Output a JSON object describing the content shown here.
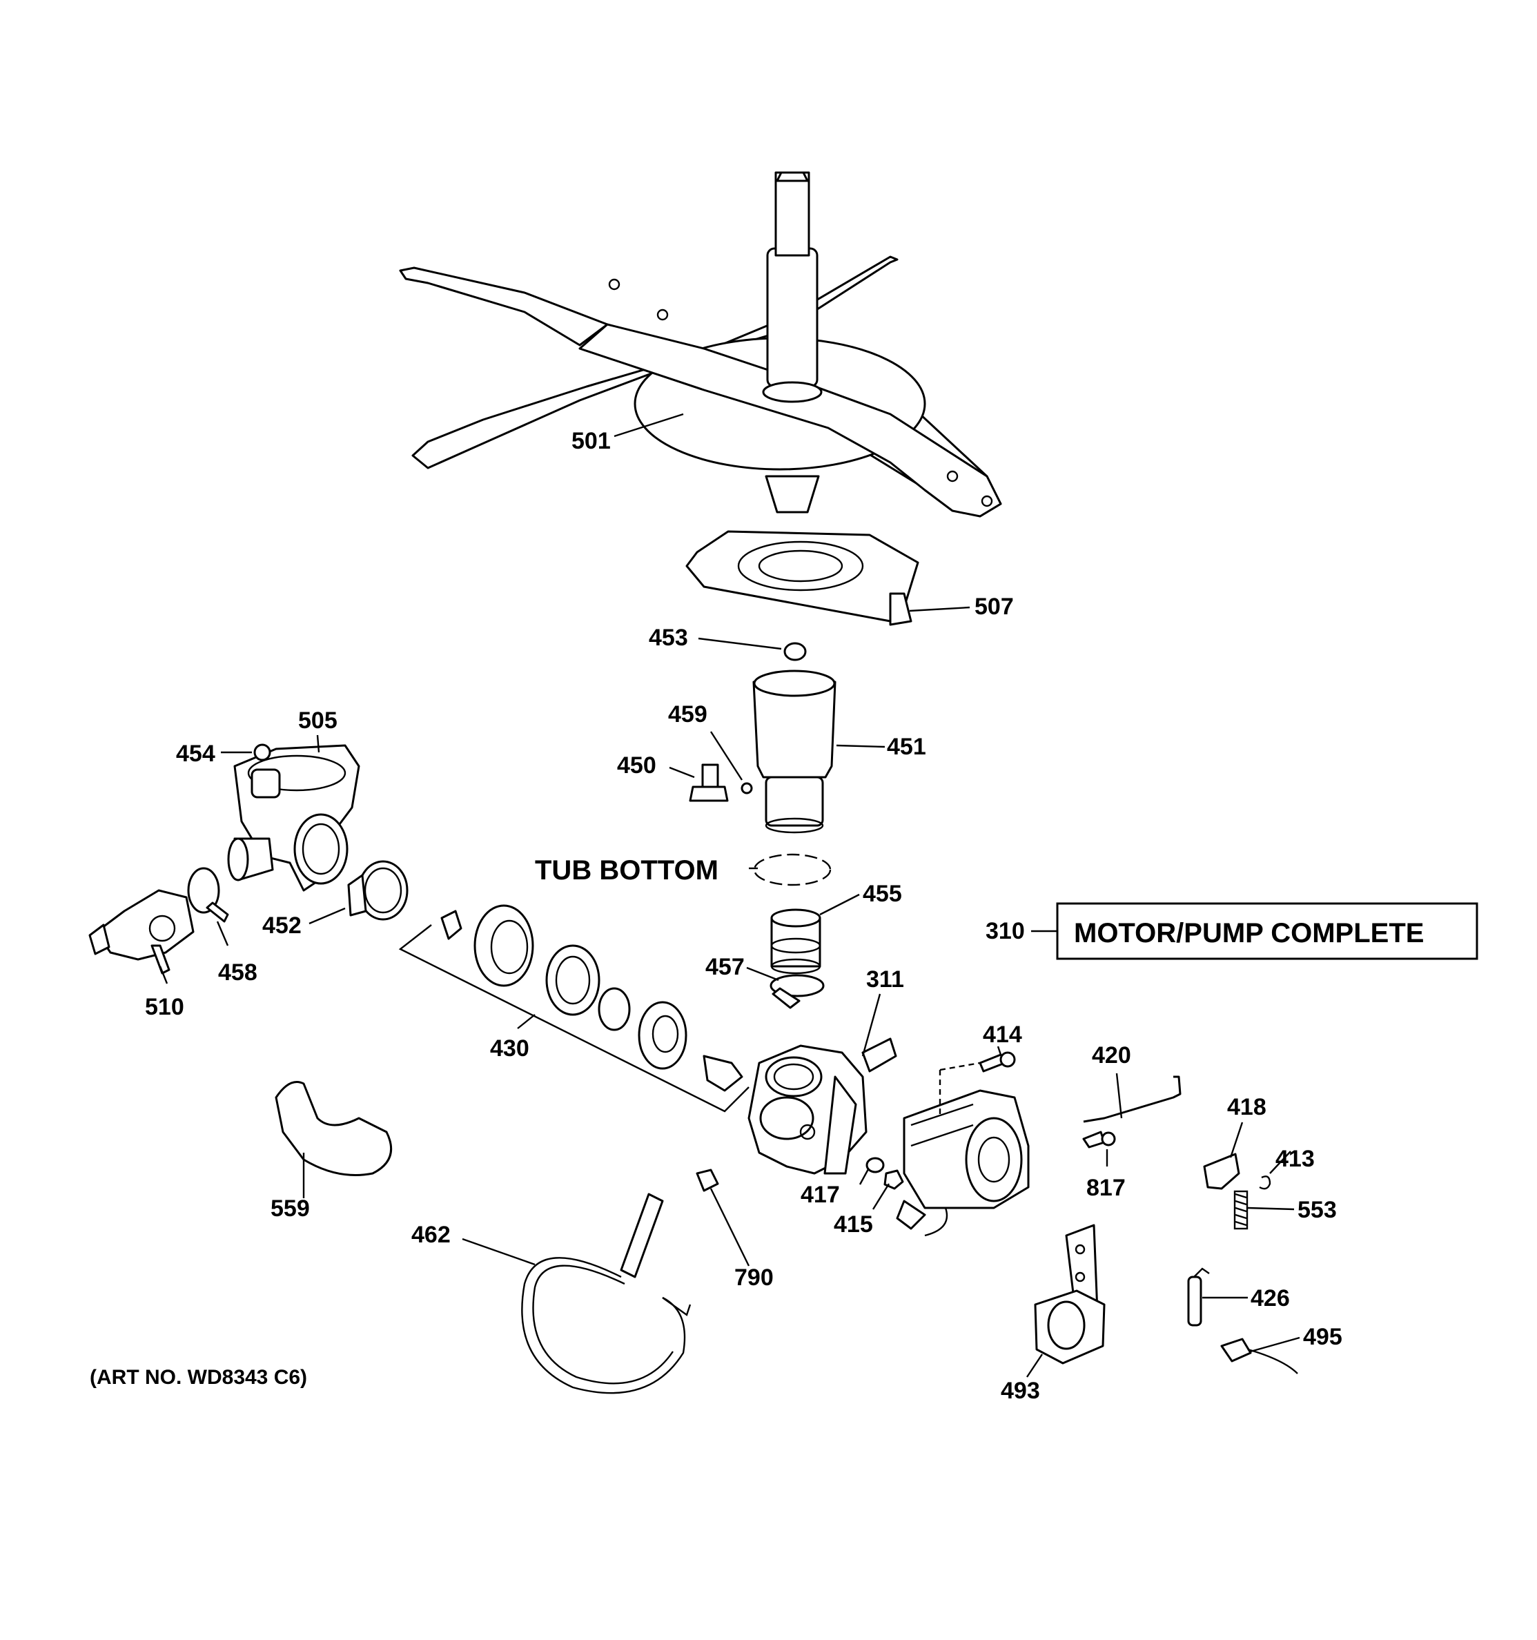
{
  "diagram": {
    "section_labels": {
      "tub_bottom": "TUB BOTTOM",
      "motor_pump_complete": "MOTOR/PUMP COMPLETE",
      "art_no": "(ART NO. WD8343 C6)"
    },
    "callouts": {
      "c501": "501",
      "c507": "507",
      "c453": "453",
      "c459": "459",
      "c451": "451",
      "c450": "450",
      "c505": "505",
      "c454": "454",
      "c455": "455",
      "c452": "452",
      "c458": "458",
      "c510": "510",
      "c457": "457",
      "c310": "310",
      "c311": "311",
      "c430": "430",
      "c414": "414",
      "c420": "420",
      "c418": "418",
      "c413": "413",
      "c553": "553",
      "c817": "817",
      "c417": "417",
      "c415": "415",
      "c559": "559",
      "c462": "462",
      "c790": "790",
      "c426": "426",
      "c495": "495",
      "c493": "493"
    }
  }
}
